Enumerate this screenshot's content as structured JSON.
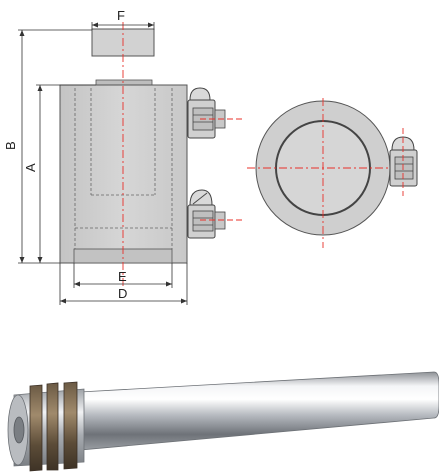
{
  "dimension_labels": {
    "A": "A",
    "B": "B",
    "D": "D",
    "E": "E",
    "F": "F"
  },
  "colors": {
    "centerline": "#e8302a",
    "body_fill": "#cfcfcf",
    "outline": "#555555",
    "dimension_line": "#333333"
  }
}
